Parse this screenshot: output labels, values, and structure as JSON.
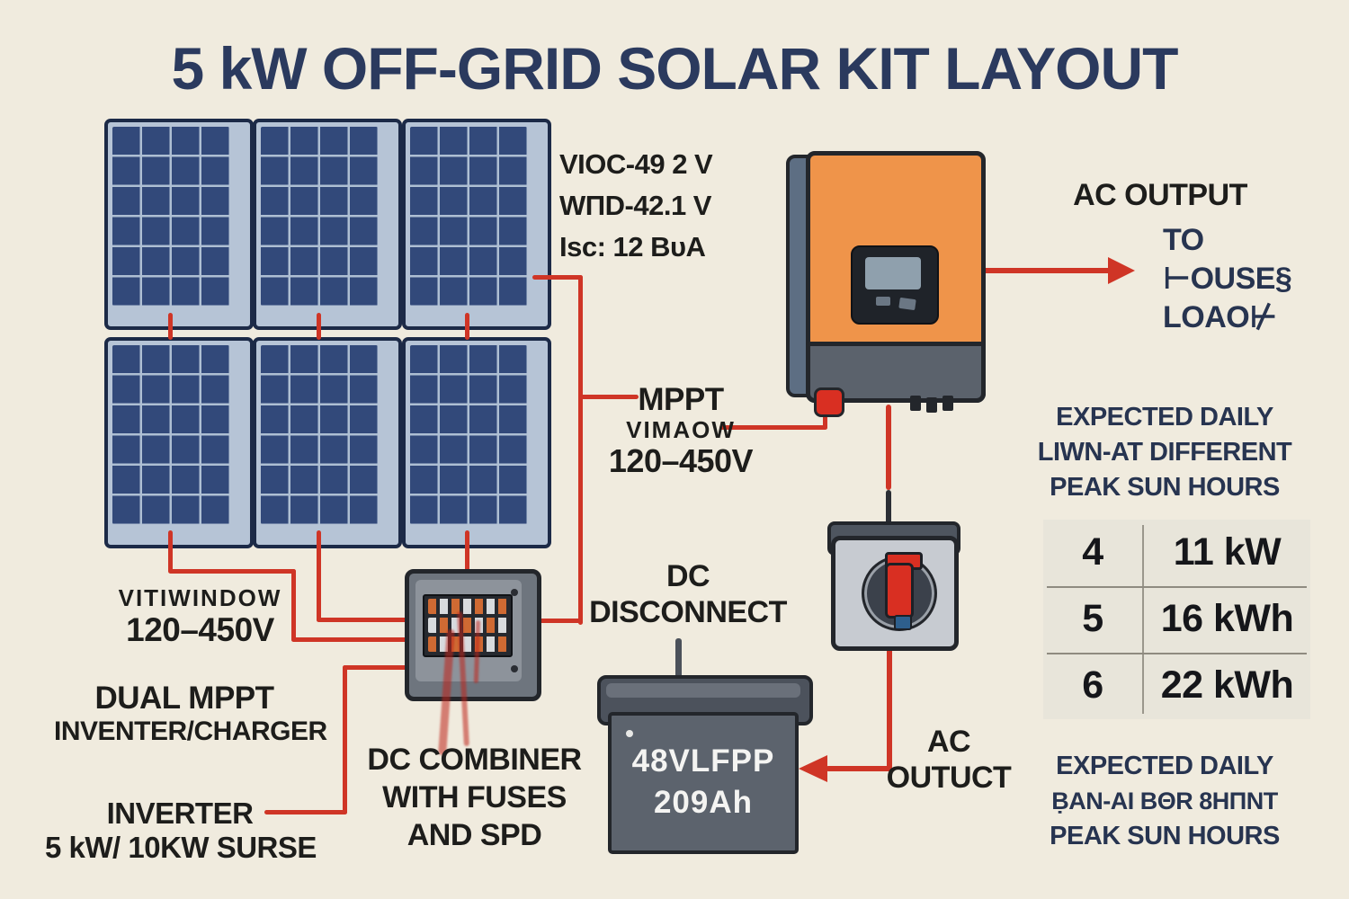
{
  "title": "5 kW OFF-GRID SOLAR KIT LAYOUT",
  "pv_array": {
    "specs": [
      "VIOC-49 2 V",
      "WΠD-42.1 V",
      "Isc: 12 BυA"
    ],
    "voltage_window_label": "VITIWINDOW",
    "voltage_window_range": "120–450V"
  },
  "mppt_window": {
    "title": "MPPT",
    "subtitle": "VIMAOW",
    "range": "120–450V"
  },
  "inverter": {
    "label_line1": "DUAL MPPT",
    "label_line2": "INVENTER/CHARGER",
    "rating_line1": "INVERTER",
    "rating_line2": "5 kW/ 10KW SURSE"
  },
  "combiner": {
    "line1": "DC COMBINER",
    "line2": "WITH FUSES",
    "line3": "AND SPD"
  },
  "dc_disconnect": {
    "line1": "DC",
    "line2": "DISCONNECT"
  },
  "battery": {
    "line1": "48VLFPP",
    "line2": "209Ah"
  },
  "ac_disconnect": {
    "line1": "AC",
    "line2": "OUTUCT"
  },
  "ac_output": {
    "title": "AC OUTPUT",
    "dest_line1": "TO",
    "dest_line2": "⊢OUSE§",
    "dest_line3": "LOAO⊬"
  },
  "sun_table": {
    "heading_line1": "EXPECTED DAILY",
    "heading_line2": "LIWN-AT DIFFERENT",
    "heading_line3": "PEAK SUN HOURS",
    "rows": [
      {
        "hours": "4",
        "output": "11 kW"
      },
      {
        "hours": "5",
        "output": "16 kWh"
      },
      {
        "hours": "6",
        "output": "22 kWh"
      }
    ],
    "footer_line1": "EXPECTED DAILY",
    "footer_line2": "ḄAN-AI BΘR 8HΠNT",
    "footer_line3": "PEAK SUN HOURS"
  },
  "colors": {
    "background": "#f0ebde",
    "title_navy": "#2b3a5e",
    "body_navy": "#273450",
    "text_black": "#1d1d1b",
    "wire_red": "#cf3526",
    "panel_blue": "#32497a",
    "panel_frame": "#b6c4d6",
    "inverter_orange": "#ef944a",
    "device_grey": "#5c636d",
    "table_background": "#e8e5da"
  }
}
